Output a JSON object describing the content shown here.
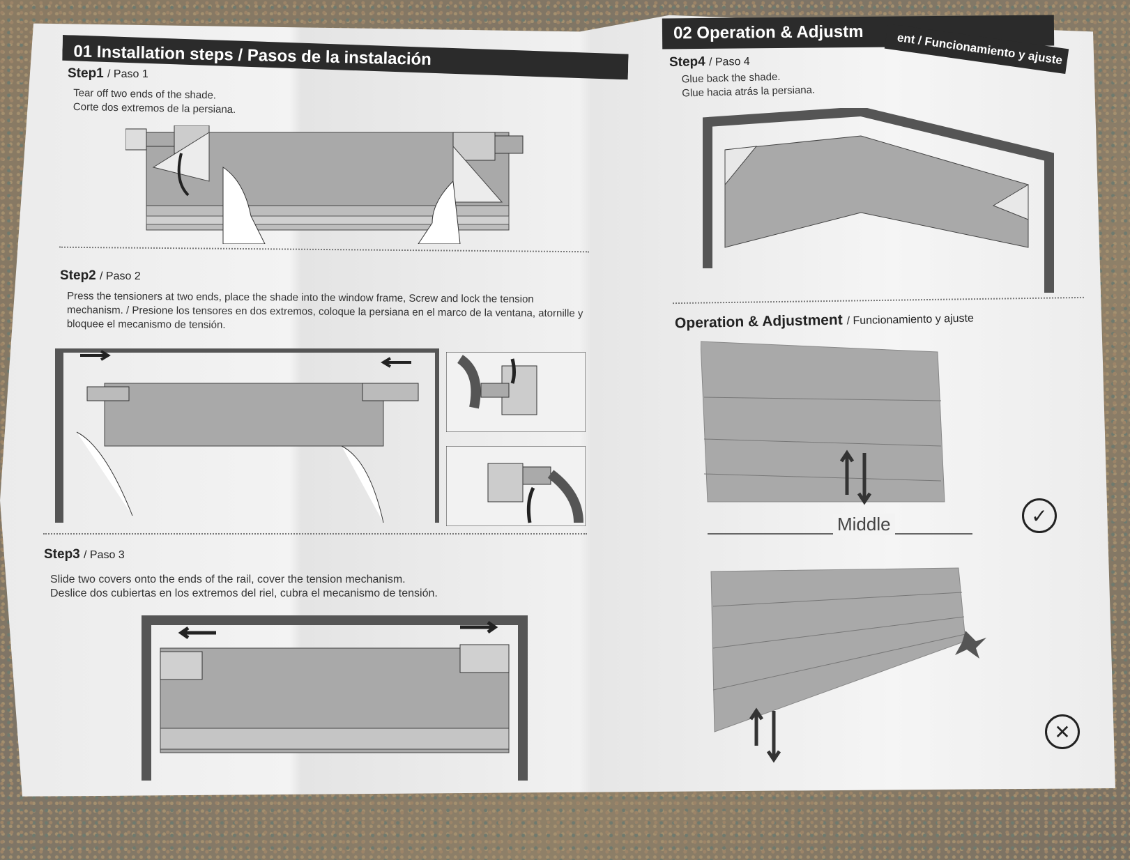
{
  "section1": {
    "title": "01 Installation steps / Pasos de la instalación"
  },
  "section2": {
    "title_a": "02 Operation & Adjustm",
    "title_b": "ent / Funcionamiento y ajuste"
  },
  "step1": {
    "label": "Step1",
    "sub": "/ Paso 1",
    "en": "Tear off two ends of the shade.",
    "es": "Corte dos extremos de la persiana."
  },
  "step2": {
    "label": "Step2",
    "sub": "/ Paso 2",
    "text1": "Press the tensioners at two ends, place the shade into the window frame, Screw and lock the tension",
    "text2": "mechanism. / Presione los tensores en dos extremos, coloque la persiana en el marco de la ventana, atornille y",
    "text3": "bloquee el mecanismo de tensión."
  },
  "step3": {
    "label": "Step3",
    "sub": "/ Paso 3",
    "en": "Slide two covers onto the ends of the rail, cover the tension mechanism.",
    "es": "Deslice dos cubiertas en los extremos del riel, cubra el mecanismo de tensión."
  },
  "step4": {
    "label": "Step4",
    "sub": "/ Paso 4",
    "en": "Glue back the shade.",
    "es": "Glue hacia atrás la persiana."
  },
  "operation": {
    "label": "Operation & Adjustment",
    "sub": "/ Funcionamiento y ajuste",
    "middle": "Middle"
  },
  "icons": {
    "correct": "check-circle-icon",
    "wrong": "x-circle-icon"
  },
  "colors": {
    "band": "#2b2b2b",
    "shade": "#a8a8a8",
    "frame": "#555555"
  }
}
